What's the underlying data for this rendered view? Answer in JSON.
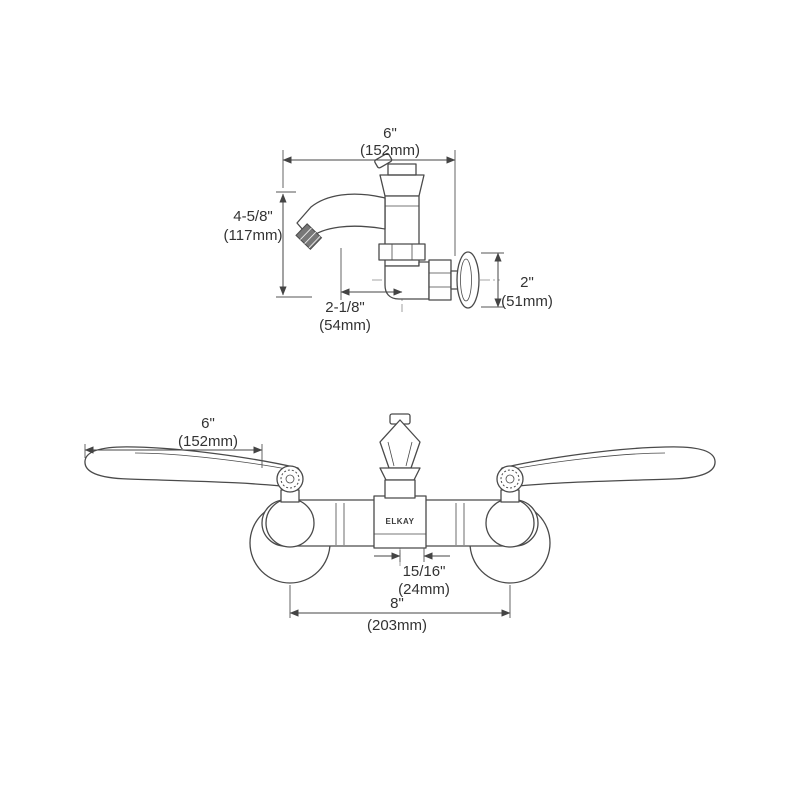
{
  "drawing_title": "wall-mount-faucet-dimension-drawing",
  "brand_label": "ELKAY",
  "side_view": {
    "spout_reach": {
      "inches": "6\"",
      "metric": "(152mm)"
    },
    "spout_height": {
      "inches": "4-5/8\"",
      "metric": "(117mm)"
    },
    "outlet_offset": {
      "inches": "2-1/8\"",
      "metric": "(54mm)"
    },
    "flange_depth": {
      "inches": "2\"",
      "metric": "(51mm)"
    }
  },
  "front_view": {
    "handle_length": {
      "inches": "6\"",
      "metric": "(152mm)"
    },
    "outlet_center": {
      "inches": "15/16\"",
      "metric": "(24mm)"
    },
    "center_spread": {
      "inches": "8\"",
      "metric": "(203mm)"
    }
  }
}
